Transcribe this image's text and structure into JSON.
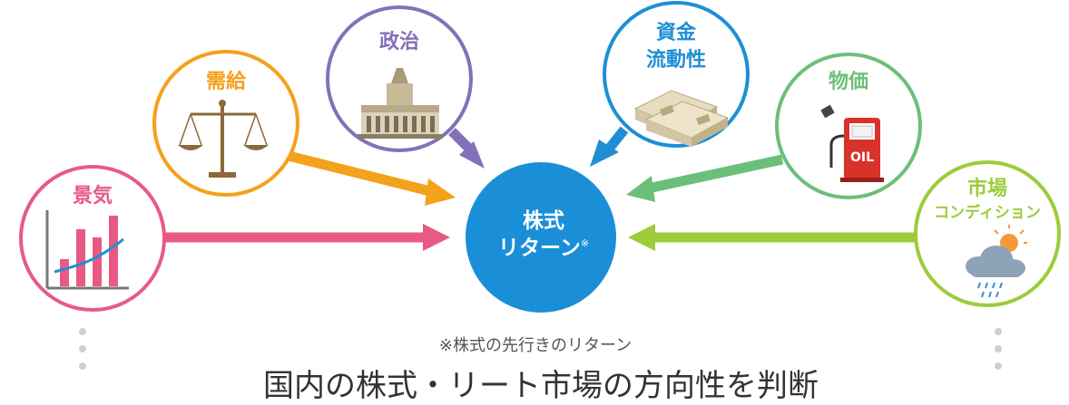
{
  "colors": {
    "keiki": "#e85a84",
    "jukyu": "#f4a11c",
    "seiji": "#8470b8",
    "shikin": "#1f8fd4",
    "bukka": "#6cbf7a",
    "shijo": "#9ccc3a",
    "center": "#1a8fd8"
  },
  "factors": {
    "keiki": {
      "label": "景気",
      "icon": "bar-chart-icon"
    },
    "jukyu": {
      "label": "需給",
      "icon": "balance-scale-icon"
    },
    "seiji": {
      "label": "政治",
      "icon": "diet-building-icon"
    },
    "shikin_line1": "資金",
    "shikin_line2": "流動性",
    "shikin_icon": "money-stacks-icon",
    "bukka": {
      "label": "物価",
      "icon": "oil-pump-icon"
    },
    "shijo_line1": "市場",
    "shijo_line2": "コンディション",
    "shijo_icon": "weather-icon"
  },
  "center": {
    "line1": "株式",
    "line2": "リターン",
    "mark": "※"
  },
  "footnote": "※株式の先行きのリターン",
  "bottom_text": "国内の株式・リート市場の方向性を判断"
}
